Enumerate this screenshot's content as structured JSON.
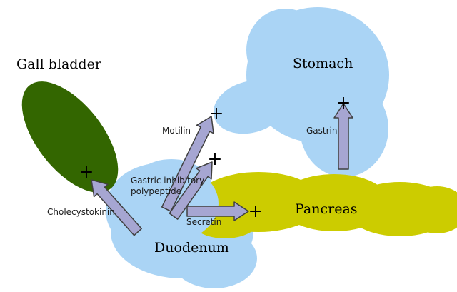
{
  "diagram": {
    "organs": {
      "gall_bladder": "Gall bladder",
      "stomach": "Stomach",
      "pancreas": "Pancreas",
      "duodenum": "Duodenum"
    },
    "hormones": {
      "cholecystokinin": {
        "label": "Cholecystokinin",
        "effect": "+"
      },
      "motilin": {
        "label": "Motilin",
        "effect": "+"
      },
      "gip": {
        "label_line1": "Gastric inhibitory",
        "label_line2": "polypeptide",
        "effect": "+"
      },
      "secretin": {
        "label": "Secretin",
        "effect": "+"
      },
      "gastrin": {
        "label": "Gastrin",
        "effect": "+"
      }
    },
    "colors": {
      "organ_blue": "#aad4f5",
      "gall_bladder_green": "#336600",
      "pancreas_yellow": "#cccc00",
      "arrow_fill": "#a6a6d2"
    }
  }
}
